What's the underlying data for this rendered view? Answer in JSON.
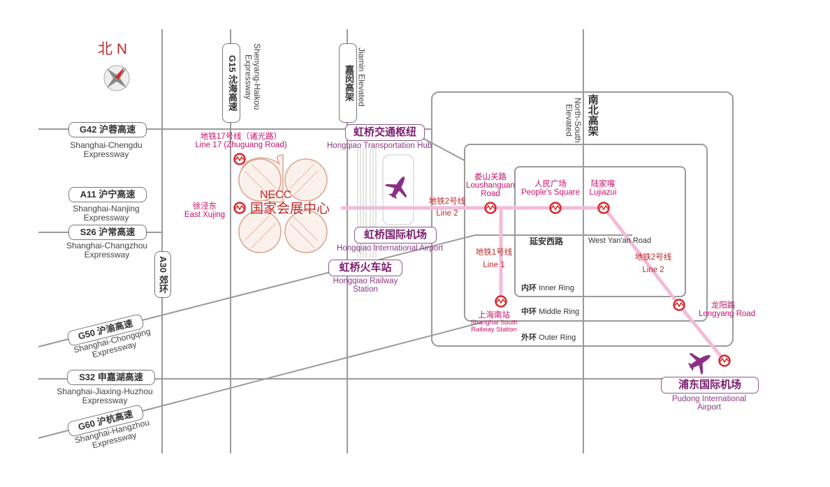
{
  "compass": {
    "label": "北 N"
  },
  "roads": {
    "g42": {
      "code": "G42 沪蓉高速",
      "en": "Shanghai-Chengdu Expressway"
    },
    "a11": {
      "code": "A11 沪宁高速",
      "en": "Shanghai-Nanjing Expressway"
    },
    "s26": {
      "code": "S26 沪常高速",
      "en": "Shanghai-Changzhou Expressway"
    },
    "a30": {
      "code": "A30 郊环"
    },
    "g50": {
      "code": "G50 沪渝高速",
      "en": "Shanghai-Chongqing Expressway"
    },
    "s32": {
      "code": "S32 申嘉湖高速",
      "en": "Shanghai-Jiaxing-Huzhou Expressway"
    },
    "g60": {
      "code": "G60 沪杭高速",
      "en": "Shanghai-Hangzhou Expressway"
    },
    "g15": {
      "code": "G15 沈海高速",
      "en": "Shenyang-Haikou Expressway"
    },
    "jiamin": {
      "code": "嘉闵高架",
      "en": "Jiamin Elevated"
    },
    "north_south": {
      "code": "南北高架",
      "en": "North-South Elevated"
    },
    "west_yanan": {
      "cn": "延安西路",
      "en": "West Yan'an Road"
    }
  },
  "rings": {
    "inner": {
      "cn": "内环",
      "en": "Inner Ring"
    },
    "middle": {
      "cn": "中环",
      "en": "Middle Ring"
    },
    "outer": {
      "cn": "外环",
      "en": "Outer Ring"
    }
  },
  "metro": {
    "line17": {
      "cn": "地铁17号线（诸光路）",
      "en": "Line 17 (Zhuguang Road)"
    },
    "line2_west": {
      "cn": "地铁2号线",
      "en": "Line 2"
    },
    "line2_east": {
      "cn": "地铁2号线",
      "en": "Line 2"
    },
    "line1": {
      "cn": "地铁1号线",
      "en": "Line 1"
    },
    "stations": {
      "east_xujing": {
        "cn": "徐泾东",
        "en": "East Xujing"
      },
      "loushanguan": {
        "cn": "娄山关路",
        "en": "Loushanguan Road"
      },
      "peoples_square": {
        "cn": "人民广场",
        "en": "People's Square"
      },
      "lujiazui": {
        "cn": "陆家嘴",
        "en": "Lujiazui"
      },
      "longyang": {
        "cn": "龙阳路",
        "en": "Longyang Road"
      },
      "shanghai_south": {
        "cn": "上海南站",
        "en": "Shanghai South Railway Station"
      }
    }
  },
  "venue": {
    "abbr": "NECC",
    "cn": "国家会展中心"
  },
  "hubs": {
    "transport_hub": {
      "cn": "虹桥交通枢纽",
      "en": "Hongqiao Transportation Hub"
    },
    "hongqiao_airport": {
      "cn": "虹桥国际机场",
      "en": "Hongqiao International Airport"
    },
    "hongqiao_rail": {
      "cn": "虹桥火车站",
      "en": "Hongqiao Railway Station"
    },
    "pudong_airport": {
      "cn": "浦东国际机场",
      "en": "Pudong International Airport"
    }
  },
  "colors": {
    "road": "#9a9a9a",
    "metro_line": "#f2bcd8",
    "metro_icon": "#d8262c",
    "hub": "#7a1d6e",
    "clover": "#d9a48e"
  }
}
